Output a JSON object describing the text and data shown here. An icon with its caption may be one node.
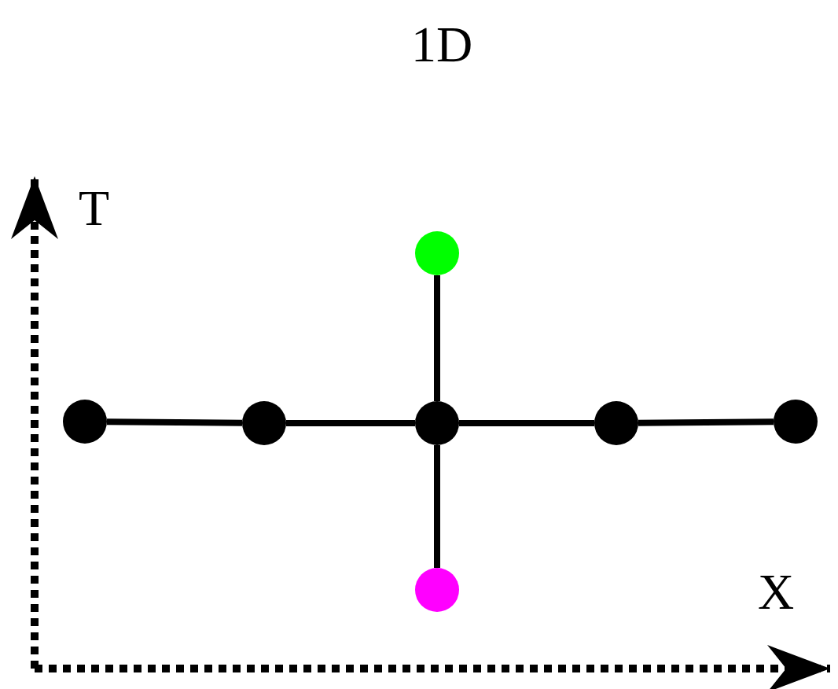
{
  "diagram": {
    "title": "1D",
    "nodes": [
      {
        "text": [],
        "shape": "circle"
      },
      {
        "text": [],
        "shape": "circle"
      },
      {
        "text": [],
        "shape": "circle"
      },
      {
        "text": [],
        "shape": "circle"
      },
      {
        "text": [],
        "shape": "circle"
      },
      {
        "text": [],
        "shape": "circle"
      },
      {
        "text": [],
        "shape": "circle"
      }
    ],
    "edges": [
      {
        "from": 1,
        "to": 2,
        "arrow": "none"
      },
      {
        "from": 2,
        "to": 3,
        "arrow": "none"
      },
      {
        "from": 3,
        "to": 4,
        "arrow": "none"
      },
      {
        "from": 4,
        "to": 5,
        "arrow": "none"
      },
      {
        "from": 3,
        "to": 0,
        "arrow": "none"
      },
      {
        "from": 3,
        "to": 6,
        "arrow": "none"
      }
    ],
    "labels": [
      "T",
      "X"
    ]
  }
}
